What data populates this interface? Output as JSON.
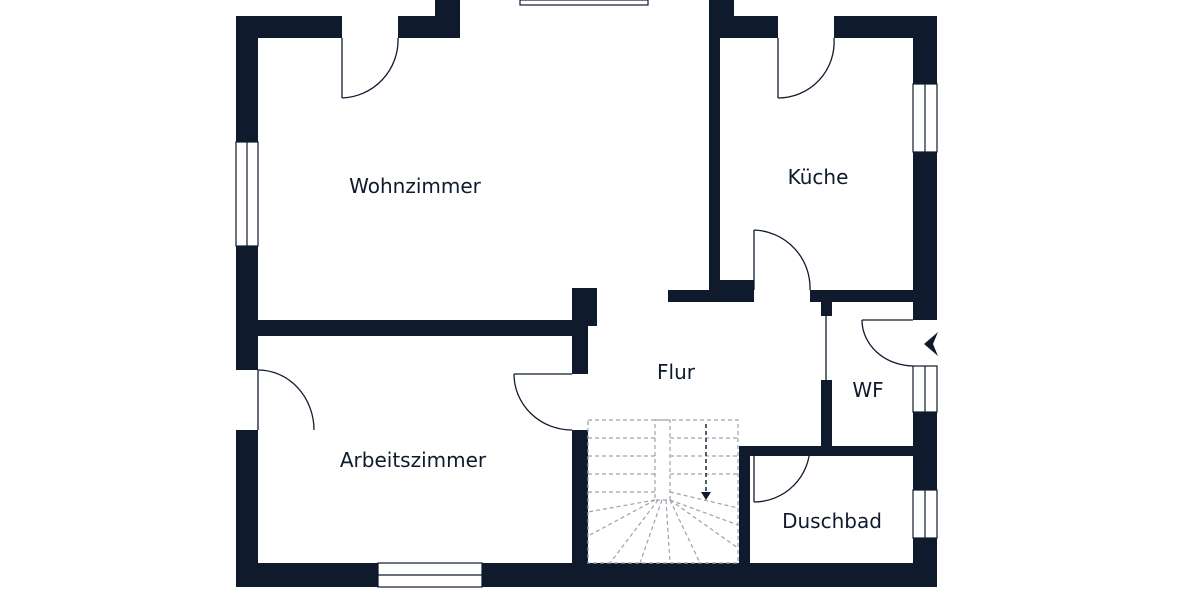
{
  "rooms": {
    "wohnzimmer": "Wohnzimmer",
    "kueche": "Küche",
    "flur": "Flur",
    "wf": "WF",
    "arbeitszimmer": "Arbeitszimmer",
    "duschbad": "Duschbad"
  },
  "colors": {
    "wall": "#0f1b2d",
    "stairs": "#9aa3ad",
    "background": "#ffffff"
  }
}
